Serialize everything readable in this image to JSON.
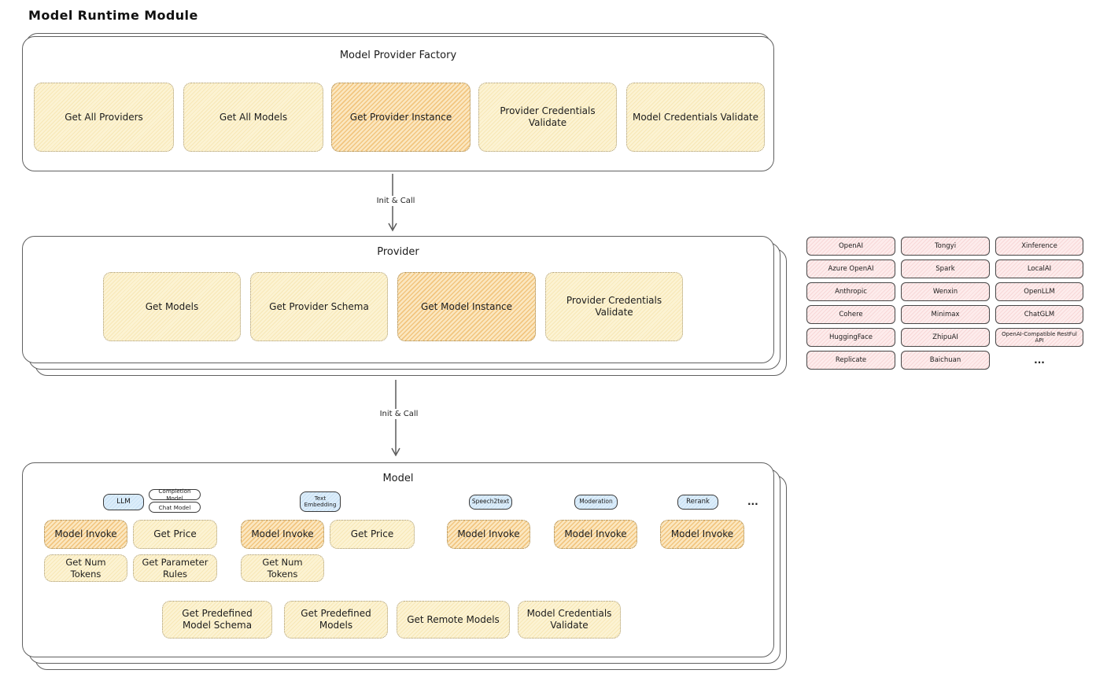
{
  "page_title": "Model Runtime Module",
  "colors": {
    "yellow_fill": "#FCF3D3",
    "yellow_hatch": "#F7E7B6",
    "orange_fill": "#FBE7C0",
    "orange_hatch": "#F2C57F",
    "pink_fill": "#FDECEC",
    "pink_hatch": "#F7D7D7",
    "blue_fill": "#DCEDFA",
    "blue_hatch": "#C7E0F4",
    "outline": "#606060"
  },
  "factory": {
    "title": "Model Provider Factory",
    "buttons": [
      {
        "label": "Get All Providers",
        "highlighted": false
      },
      {
        "label": "Get All Models",
        "highlighted": false
      },
      {
        "label": "Get Provider Instance",
        "highlighted": true
      },
      {
        "label": "Provider Credentials Validate",
        "highlighted": false
      },
      {
        "label": "Model Credentials Validate",
        "highlighted": false
      }
    ]
  },
  "arrow1": {
    "label": "Init & Call"
  },
  "arrow2": {
    "label": "Init & Call"
  },
  "provider": {
    "title": "Provider",
    "buttons": [
      {
        "label": "Get Models",
        "highlighted": false
      },
      {
        "label": "Get Provider Schema",
        "highlighted": false
      },
      {
        "label": "Get Model Instance",
        "highlighted": true
      },
      {
        "label": "Provider Credentials Validate",
        "highlighted": false
      }
    ]
  },
  "providers_list": {
    "rows": [
      [
        "OpenAI",
        "Tongyi",
        "Xinference"
      ],
      [
        "Azure OpenAI",
        "Spark",
        "LocalAI"
      ],
      [
        "Anthropic",
        "Wenxin",
        "OpenLLM"
      ],
      [
        "Cohere",
        "Minimax",
        "ChatGLM"
      ],
      [
        "HuggingFace",
        "ZhipuAI",
        "OpenAI-Compatible RestFul API"
      ],
      [
        "Replicate",
        "Baichuan",
        "..."
      ]
    ]
  },
  "model": {
    "title": "Model",
    "tags": {
      "llm": "LLM",
      "completion_model": "Completion Model",
      "chat_model": "Chat Model",
      "text_embedding": "Text Embedding",
      "speech2text": "Speech2text",
      "moderation": "Moderation",
      "rerank": "Rerank",
      "more": "..."
    },
    "row1": [
      {
        "label": "Model Invoke",
        "highlighted": true
      },
      {
        "label": "Get Price",
        "highlighted": false
      },
      {
        "label": "Model Invoke",
        "highlighted": true
      },
      {
        "label": "Get Price",
        "highlighted": false
      },
      {
        "label": "Model Invoke",
        "highlighted": true
      },
      {
        "label": "Model Invoke",
        "highlighted": true
      },
      {
        "label": "Model Invoke",
        "highlighted": true
      }
    ],
    "row2": [
      {
        "label": "Get Num Tokens"
      },
      {
        "label": "Get Parameter Rules"
      },
      {
        "label": "Get Num Tokens"
      }
    ],
    "bottom_row": [
      {
        "label": "Get Predefined Model Schema"
      },
      {
        "label": "Get Predefined Models"
      },
      {
        "label": "Get Remote Models"
      },
      {
        "label": "Model Credentials Validate"
      }
    ]
  }
}
